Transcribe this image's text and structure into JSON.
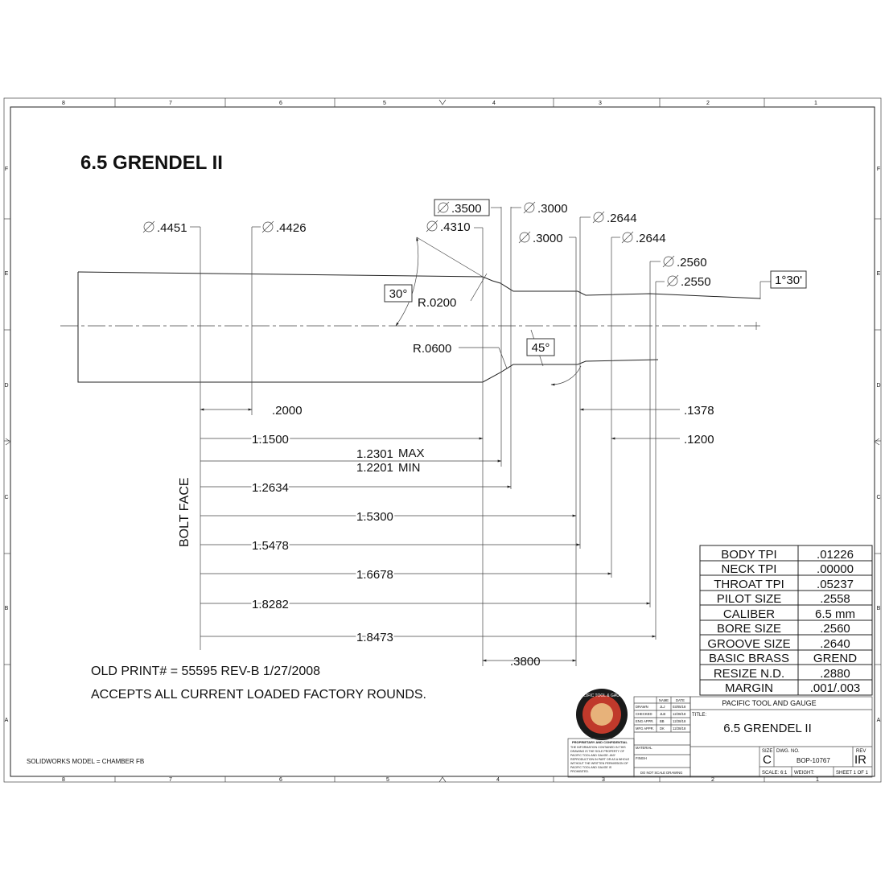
{
  "drawing": {
    "title": "6.5 GRENDEL II",
    "bolt_face_label": "BOLT FACE",
    "notes": [
      "OLD PRINT# = 55595 REV-B  1/27/2008",
      "ACCEPTS ALL CURRENT LOADED FACTORY ROUNDS."
    ],
    "solidworks_note": "SOLIDWORKS MODEL = CHAMBER FB",
    "diameters": [
      {
        "value": ".4451",
        "boxed": false
      },
      {
        "value": ".4426",
        "boxed": false
      },
      {
        "value": ".4310",
        "boxed": false
      },
      {
        "value": ".3500",
        "boxed": true
      },
      {
        "value": ".3000",
        "boxed": false
      },
      {
        "value": ".3000",
        "boxed": false
      },
      {
        "value": ".2644",
        "boxed": false
      },
      {
        "value": ".2644",
        "boxed": false
      },
      {
        "value": ".2560",
        "boxed": false
      },
      {
        "value": ".2550",
        "boxed": false
      }
    ],
    "angles": {
      "shoulder": "30°",
      "throat": "45°",
      "taper": "1°30'"
    },
    "radii": {
      "upper": "R.0200",
      "lower": "R.0600"
    },
    "lengths": {
      "a": ".2000",
      "b": "1.1500",
      "c_max": "1.2301",
      "c_min": "1.2201",
      "max_label": "MAX",
      "min_label": "MIN",
      "d": "1.2634",
      "e": "1.5300",
      "f": "1.5478",
      "g": "1.6678",
      "h": "1.8282",
      "i": "1.8473",
      "neck": ".3800",
      "r1": ".1378",
      "r2": ".1200"
    },
    "spec_table": [
      [
        "BODY TPI",
        ".01226"
      ],
      [
        "NECK TPI",
        ".00000"
      ],
      [
        "THROAT TPI",
        ".05237"
      ],
      [
        "PILOT SIZE",
        ".2558"
      ],
      [
        "CALIBER",
        "6.5 mm"
      ],
      [
        "BORE SIZE",
        ".2560"
      ],
      [
        "GROOVE SIZE",
        ".2640"
      ],
      [
        "BASIC BRASS",
        "GREND"
      ],
      [
        "RESIZE N.D.",
        ".2880"
      ],
      [
        "MARGIN",
        ".001/.003"
      ]
    ],
    "border": {
      "columns": [
        "8",
        "7",
        "6",
        "5",
        "4",
        "3",
        "2",
        "1"
      ],
      "rows": [
        "F",
        "E",
        "D",
        "C",
        "B",
        "A"
      ]
    }
  },
  "title_block": {
    "company": "PACIFIC TOOL AND GAUGE",
    "title_label": "TITLE:",
    "title": "6.5 GRENDEL II",
    "name_header": "NAME",
    "date_header": "DATE",
    "approvals": [
      {
        "role": "DRAWN",
        "name": "JLJ",
        "date": "03/05/18"
      },
      {
        "role": "CHECKED",
        "name": "JLB",
        "date": "12/28/18"
      },
      {
        "role": "ENG APPR.",
        "name": "BB",
        "date": "12/28/18"
      },
      {
        "role": "MFG APPR.",
        "name": "DK",
        "date": "12/28/18"
      }
    ],
    "proprietary_heading": "PROPRIETARY AND CONFIDENTIAL",
    "proprietary_text": [
      "THE INFORMATION CONTAINED IN THIS",
      "DRAWING IS THE SOLE PROPERTY OF",
      "PACIFIC TOOL AND GAUGE. ANY",
      "REPRODUCTION IN PART OR AS A WHOLE",
      "WITHOUT THE WRITTEN PERMISSION OF",
      "PACIFIC TOOL AND GAUGE IS",
      "PROHIBITED."
    ],
    "material_label": "MATERIAL",
    "finish_label": "FINISH",
    "do_not_scale": "DO NOT SCALE DRAWING",
    "size_label": "SIZE",
    "size": "C",
    "dwg_label": "DWG.  NO.",
    "dwg_no": "BOP-10767",
    "rev_label": "REV",
    "rev": "IR",
    "scale": "SCALE: 6:1",
    "weight": "WEIGHT:",
    "sheet": "SHEET 1 OF 1",
    "logo_text": "PACIFIC TOOL & GAUGE"
  }
}
